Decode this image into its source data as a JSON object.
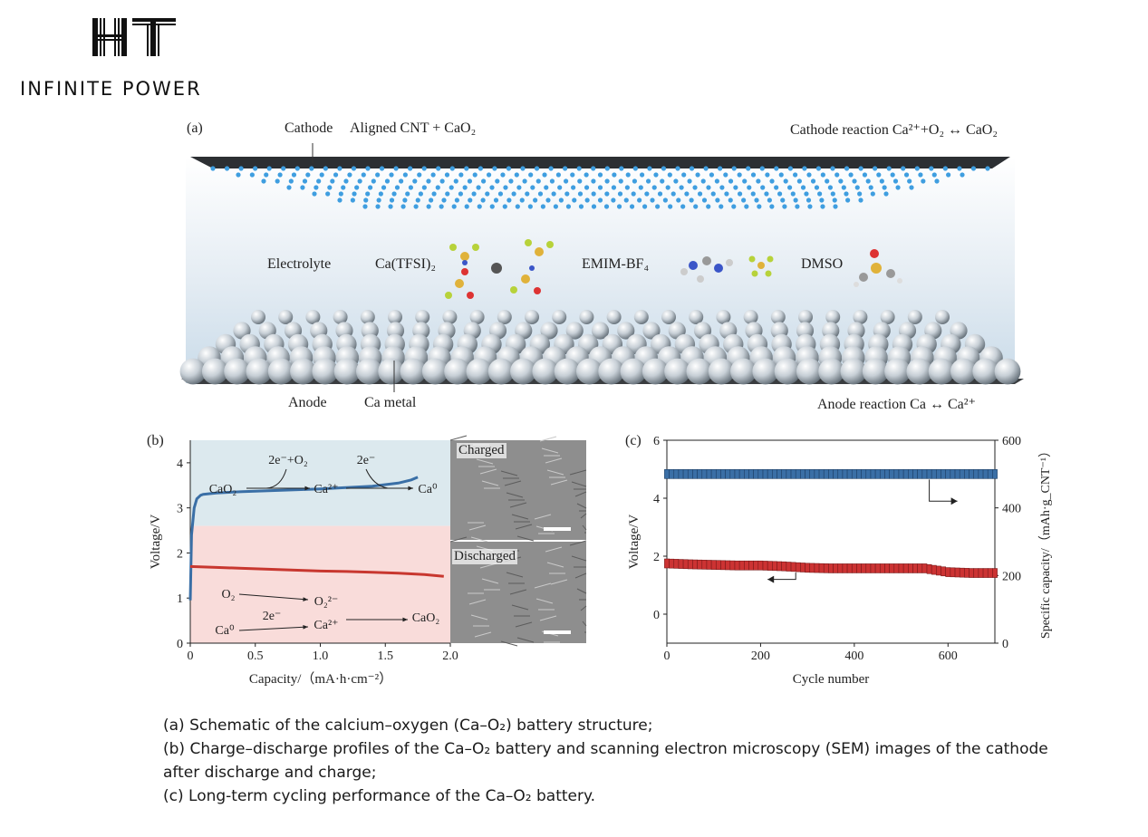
{
  "brand": {
    "logo_letters": "HT",
    "tagline": "INFINITE POWER"
  },
  "panel_a": {
    "tag": "(a)",
    "cathode": "Cathode",
    "cnt": "Aligned CNT + CaO₂",
    "cathode_reaction": "Cathode reaction Ca²⁺+O₂ ↔ CaO₂",
    "electrolyte": "Electrolyte",
    "salt": "Ca(TFSI)₂",
    "ionic_liquid": "EMIM-BF₄",
    "solvent": "DMSO",
    "anode": "Anode",
    "ca_metal": "Ca metal",
    "anode_reaction": "Anode reaction Ca ↔ Ca²⁺",
    "colors": {
      "cnt": "#3f9ee0",
      "sphere": "#c9d2da",
      "bg_top": "#ffffff",
      "bg_mid": "#dfe8f2"
    }
  },
  "panel_b": {
    "tag": "(b)",
    "charge_scheme": {
      "start": "CaO₂",
      "mid": "Ca²⁺",
      "end": "Ca⁰",
      "e1": "2e⁻+O₂",
      "e2": "2e⁻"
    },
    "discharge_scheme": {
      "o2": "O₂",
      "peroxide": "O₂²⁻",
      "e": "2e⁻",
      "ca0": "Ca⁰",
      "ca2": "Ca²⁺",
      "product": "CaO₂"
    },
    "sem_charged": "Charged",
    "sem_discharged": "Discharged",
    "colors": {
      "charge": "#3a6fa6",
      "discharge": "#c8372f",
      "charge_bg": "#dce9ee",
      "discharge_bg": "#f9dcda"
    }
  },
  "panel_c": {
    "tag": "(c)",
    "colors": {
      "voltage": "#cc3333",
      "capacity": "#3a6fa6"
    }
  },
  "chart_data": [
    {
      "type": "line",
      "xlabel": "Capacity/（mA·h·cm⁻²）",
      "ylabel": "Voltage/V",
      "xlim": [
        0,
        2.0
      ],
      "ylim": [
        0,
        4.5
      ],
      "xticks": [
        "0",
        "0.5",
        "1.0",
        "1.5",
        "2.0"
      ],
      "yticks": [
        "0",
        "1",
        "2",
        "3",
        "4"
      ],
      "series": [
        {
          "x": [
            0.0,
            0.01,
            0.03,
            0.05,
            0.08,
            0.1,
            0.2,
            0.4,
            0.6,
            0.8,
            1.0,
            1.2,
            1.4,
            1.6,
            1.7,
            1.75
          ],
          "y": [
            0.95,
            2.4,
            3.0,
            3.2,
            3.28,
            3.3,
            3.33,
            3.36,
            3.38,
            3.4,
            3.42,
            3.45,
            3.48,
            3.55,
            3.62,
            3.68
          ]
        },
        {
          "x": [
            0.0,
            0.2,
            0.4,
            0.6,
            0.8,
            1.0,
            1.2,
            1.4,
            1.6,
            1.8,
            1.95
          ],
          "y": [
            1.7,
            1.68,
            1.66,
            1.64,
            1.62,
            1.6,
            1.59,
            1.57,
            1.55,
            1.52,
            1.48
          ]
        }
      ]
    },
    {
      "type": "scatter",
      "xlabel": "Cycle number",
      "ylabel": "Voltage/V",
      "y2label": "Specific capacity/（mAh·g_CNT⁻¹）",
      "xlim": [
        0,
        700
      ],
      "ylim": [
        -1,
        6
      ],
      "y2lim": [
        0,
        600
      ],
      "xticks": [
        "0",
        "200",
        "400",
        "600"
      ],
      "yticks": [
        "0",
        "2",
        "4",
        "6"
      ],
      "y2ticks": [
        "0",
        "200",
        "400",
        "600"
      ],
      "series": [
        {
          "axis": "right",
          "x": [
            0,
            100,
            200,
            300,
            400,
            500,
            600,
            700
          ],
          "y": [
            500,
            500,
            500,
            500,
            500,
            500,
            500,
            500
          ]
        },
        {
          "axis": "left",
          "x": [
            0,
            50,
            100,
            150,
            200,
            250,
            300,
            350,
            400,
            450,
            500,
            550,
            600,
            650,
            700
          ],
          "y": [
            1.75,
            1.72,
            1.7,
            1.68,
            1.68,
            1.65,
            1.6,
            1.58,
            1.58,
            1.58,
            1.58,
            1.58,
            1.45,
            1.42,
            1.42
          ]
        }
      ]
    }
  ],
  "caption": [
    "(a) Schematic of the calcium–oxygen (Ca–O₂) battery structure;",
    "(b) Charge–discharge profiles of the Ca–O₂ battery and scanning electron microscopy (SEM) images of the cathode after discharge and charge;",
    "(c) Long-term cycling performance of the Ca–O₂ battery."
  ]
}
